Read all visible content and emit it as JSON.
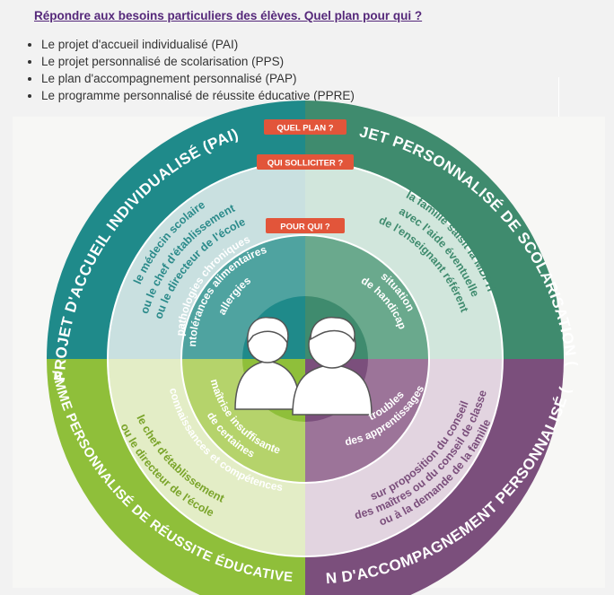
{
  "header": {
    "title": "Répondre aux besoins particuliers des élèves. Quel plan pour qui ?"
  },
  "plans_list": [
    "Le projet d'accueil individualisé (PAI)",
    "Le projet personnalisé de scolarisation (PPS)",
    "Le plan d'accompagnement personnalisé (PAP)",
    "Le programme personnalisé de réussite éducative (PPRE)"
  ],
  "diagram": {
    "tags": {
      "quel_plan": "QUEL PLAN ?",
      "qui_solliciter": "QUI SOLLICITER ?",
      "pour_qui": "POUR QUI ?"
    },
    "outer_ring": {
      "pai": "PROJET D'ACCUEIL INDIVIDUALISÉ (PAI)",
      "pps": "PROJET PERSONNALISÉ DE SCOLARISATION (PPS)",
      "pap": "PLAN D'ACCOMPAGNEMENT PERSONNALISÉ (PAP)",
      "ppre": "PROGRAMME PERSONNALISÉ DE RÉUSSITE ÉDUCATIVE (PPRE)"
    },
    "middle_ring": {
      "pai": [
        "le médecin scolaire",
        "ou le chef d'établissement",
        "ou le directeur de l'école"
      ],
      "pps": [
        "la famille saisit la MDPH",
        "avec l'aide éventuelle",
        "de l'enseignant référent"
      ],
      "pap": [
        "sur proposition du conseil",
        "des maîtres ou du conseil de classe",
        "ou à la demande de la famille"
      ],
      "ppre": [
        "le chef d'établissement",
        "ou le directeur de l'école"
      ]
    },
    "inner_ring": {
      "pai": [
        "pathologies chroniques",
        "intolérances alimentaires",
        "allergies"
      ],
      "pps": [
        "situation",
        "de handicap"
      ],
      "pap": [
        "troubles",
        "des apprentissages"
      ],
      "ppre": [
        "maîtrise insuffisante",
        "de certaines",
        "connaissances et compétences"
      ]
    },
    "colors": {
      "pai_outer": "#1f8a8a",
      "pai_mid": "#c9e0e0",
      "pai_inner": "#4fa3a0",
      "pps_outer": "#3f8b6e",
      "pps_mid": "#d1e6dc",
      "pps_inner": "#6aa98d",
      "pap_outer": "#7b4f7c",
      "pap_mid": "#e2d4e0",
      "pap_inner": "#9c7499",
      "ppre_outer": "#8fbf3a",
      "ppre_mid": "#e3edc6",
      "ppre_inner": "#b5d36b",
      "tag": "#e2553a"
    }
  }
}
